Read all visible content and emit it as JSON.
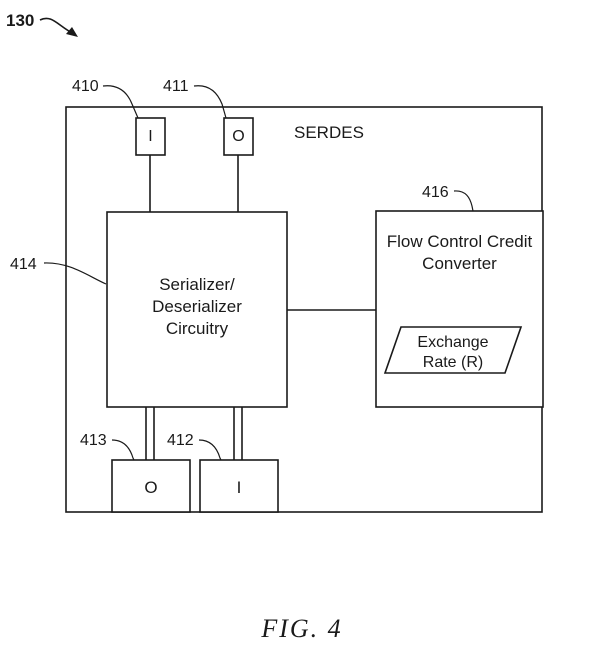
{
  "figure": {
    "ref_130": "130",
    "caption": "FIG. 4"
  },
  "serdes": {
    "title": "SERDES",
    "port_410": {
      "ref": "410",
      "label": "I"
    },
    "port_411": {
      "ref": "411",
      "label": "O"
    },
    "port_413": {
      "ref": "413",
      "label": "O"
    },
    "port_412": {
      "ref": "412",
      "label": "I"
    },
    "circuitry": {
      "ref": "414",
      "label_lines": [
        "Serializer/",
        "Deserializer",
        "Circuitry"
      ]
    },
    "converter": {
      "ref": "416",
      "label_lines": [
        "Flow Control Credit",
        "Converter"
      ],
      "exchange_rate_lines": [
        "Exchange",
        "Rate (R)"
      ]
    }
  }
}
